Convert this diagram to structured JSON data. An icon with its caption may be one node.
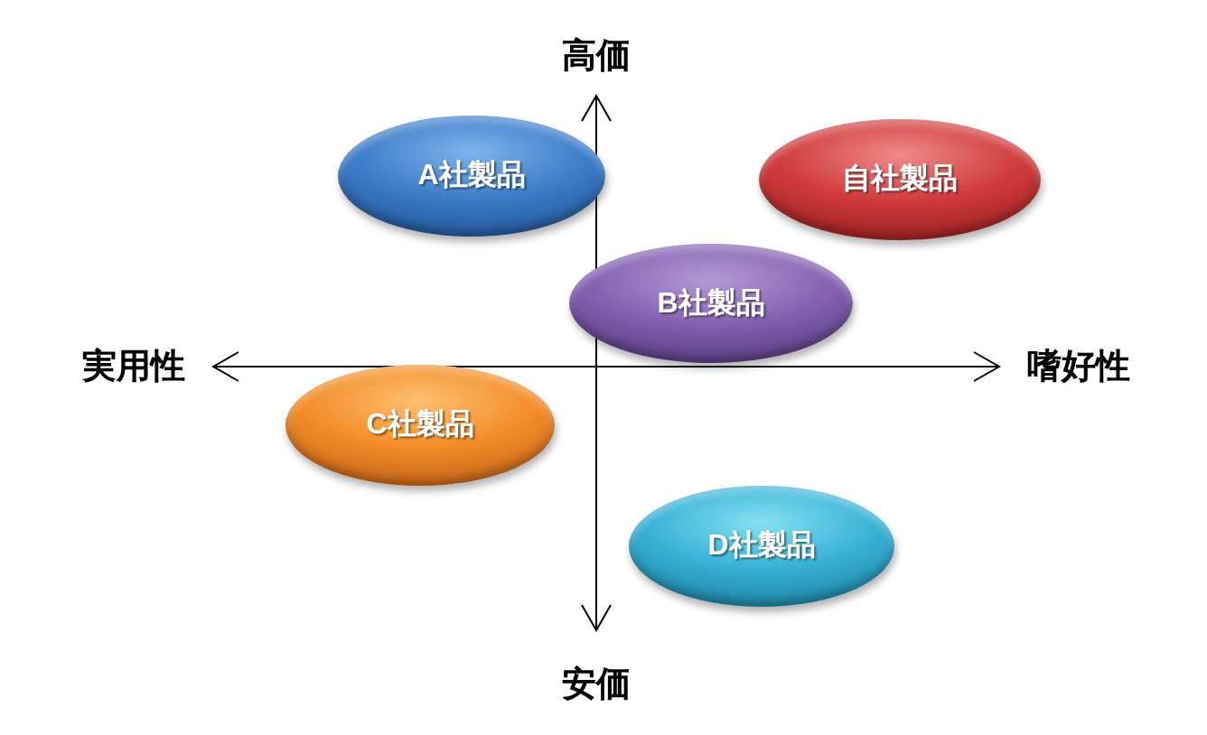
{
  "diagram": {
    "nodes": [
      {
        "text": [
          "A社製品"
        ]
      },
      {
        "text": [
          "自社製品"
        ]
      },
      {
        "text": [
          "B社製品"
        ]
      },
      {
        "text": [
          "C社製品"
        ]
      },
      {
        "text": [
          "D社製品"
        ]
      }
    ],
    "labels": [
      "高価",
      "実用性",
      "嗜好性",
      "安価"
    ]
  }
}
